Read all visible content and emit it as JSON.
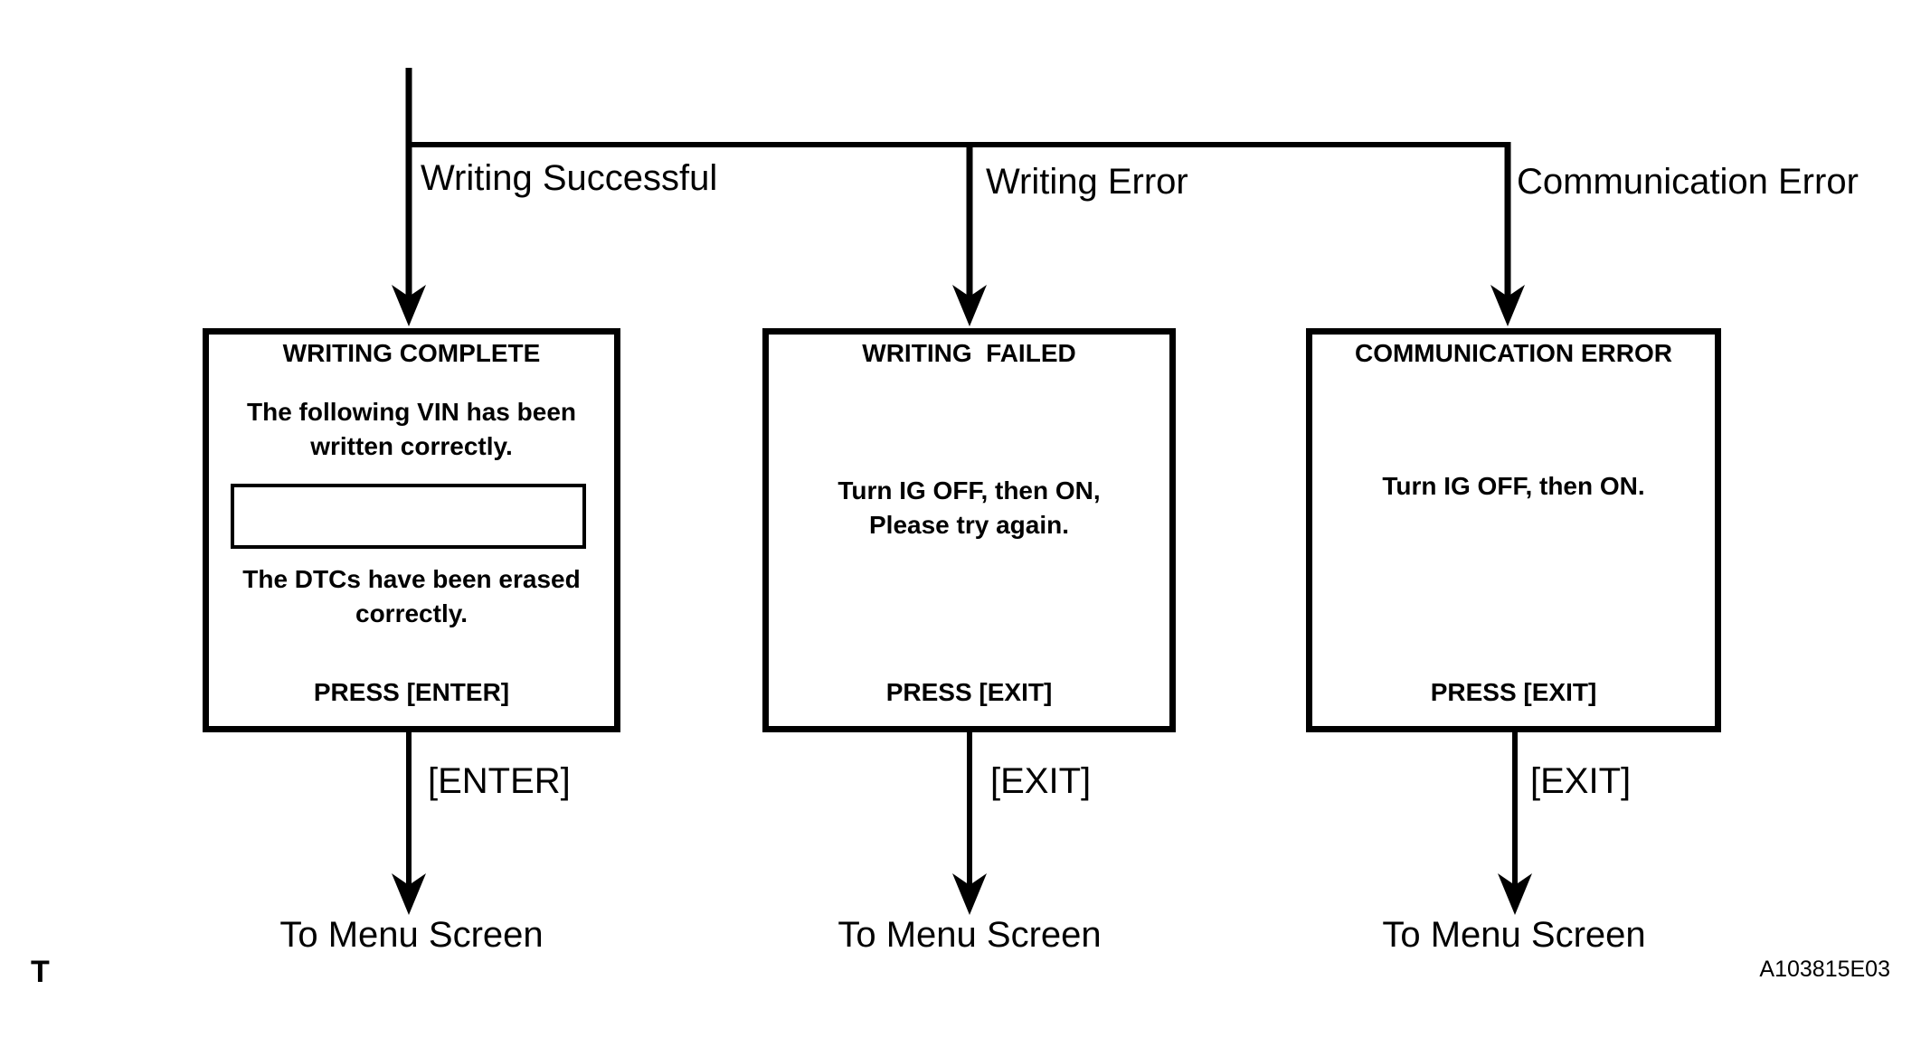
{
  "page": {
    "background_color": "#ffffff",
    "ink_color": "#000000"
  },
  "branches": [
    {
      "branch_label": "Writing Successful",
      "screen": {
        "title": "WRITING COMPLETE",
        "message1": "The following VIN has been\nwritten correctly.",
        "vin_field_value": "",
        "message2": "The DTCs have been erased\ncorrectly.",
        "press": "PRESS [ENTER]"
      },
      "key_label": "[ENTER]",
      "destination": "To Menu Screen"
    },
    {
      "branch_label": "Writing Error",
      "screen": {
        "title": "WRITING  FAILED",
        "message1": "Turn IG OFF, then ON,\nPlease try again.",
        "press": "PRESS [EXIT]"
      },
      "key_label": "[EXIT]",
      "destination": "To Menu Screen"
    },
    {
      "branch_label": "Communication Error",
      "screen": {
        "title": "COMMUNICATION ERROR",
        "message1": "Turn IG OFF, then ON.",
        "press": "PRESS [EXIT]"
      },
      "key_label": "[EXIT]",
      "destination": "To Menu Screen"
    }
  ],
  "footer": {
    "page_marker": "T",
    "figure_code": "A103815E03"
  }
}
